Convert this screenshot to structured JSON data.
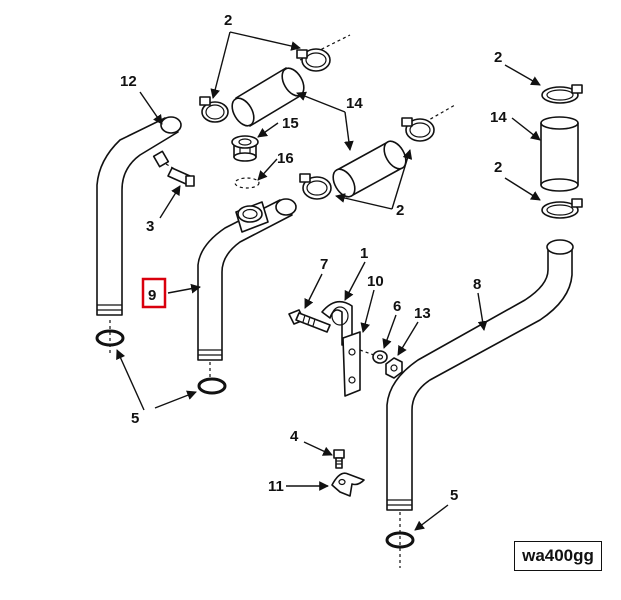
{
  "figure": {
    "reference_code": "wa400gg",
    "highlighted_label": "9",
    "highlight_color": "#d9000d",
    "labels": {
      "l1": "1",
      "l2a": "2",
      "l2b": "2",
      "l2c": "2",
      "l2d": "2",
      "l3": "3",
      "l4": "4",
      "l5a": "5",
      "l5b": "5",
      "l6": "6",
      "l7": "7",
      "l8": "8",
      "l9": "9",
      "l10": "10",
      "l11": "11",
      "l12": "12",
      "l13": "13",
      "l14a": "14",
      "l14b": "14",
      "l15": "15",
      "l16": "16"
    }
  }
}
